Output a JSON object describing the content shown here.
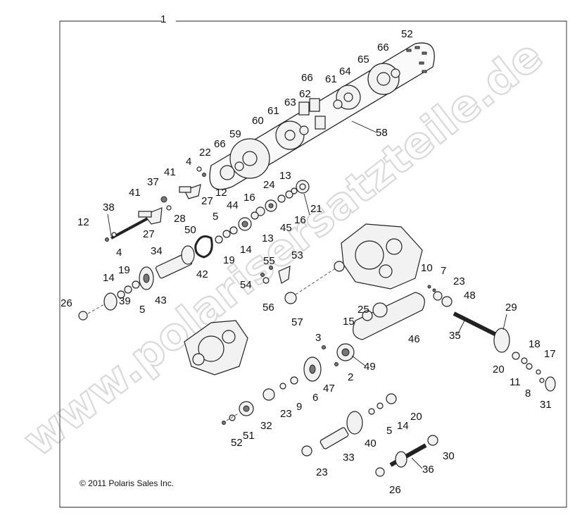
{
  "watermark": "www.polarisersatzteile.de",
  "copyright": "© 2011 Polaris Sales Inc.",
  "callouts": [
    {
      "id": "c1",
      "label": "1"
    },
    {
      "id": "c52",
      "label": "52"
    },
    {
      "id": "c66a",
      "label": "66"
    },
    {
      "id": "c65",
      "label": "65"
    },
    {
      "id": "c64",
      "label": "64"
    },
    {
      "id": "c61a",
      "label": "61"
    },
    {
      "id": "c66b",
      "label": "66"
    },
    {
      "id": "c62",
      "label": "62"
    },
    {
      "id": "c63",
      "label": "63"
    },
    {
      "id": "c61b",
      "label": "61"
    },
    {
      "id": "c60",
      "label": "60"
    },
    {
      "id": "c59",
      "label": "59"
    },
    {
      "id": "c58",
      "label": "58"
    },
    {
      "id": "c66c",
      "label": "66"
    },
    {
      "id": "c22",
      "label": "22"
    },
    {
      "id": "c4a",
      "label": "4"
    },
    {
      "id": "c41a",
      "label": "41"
    },
    {
      "id": "c37",
      "label": "37"
    },
    {
      "id": "c27a",
      "label": "27"
    },
    {
      "id": "c12a",
      "label": "12"
    },
    {
      "id": "c13a",
      "label": "13"
    },
    {
      "id": "c24",
      "label": "24"
    },
    {
      "id": "c41b",
      "label": "41"
    },
    {
      "id": "c28",
      "label": "28"
    },
    {
      "id": "c21",
      "label": "21"
    },
    {
      "id": "c38",
      "label": "38"
    },
    {
      "id": "c16a",
      "label": "16"
    },
    {
      "id": "c44",
      "label": "44"
    },
    {
      "id": "c16b",
      "label": "16"
    },
    {
      "id": "c45",
      "label": "45"
    },
    {
      "id": "c12b",
      "label": "12"
    },
    {
      "id": "c27b",
      "label": "27"
    },
    {
      "id": "c5a",
      "label": "5"
    },
    {
      "id": "c13b",
      "label": "13"
    },
    {
      "id": "c50",
      "label": "50"
    },
    {
      "id": "c4b",
      "label": "4"
    },
    {
      "id": "c14a",
      "label": "14"
    },
    {
      "id": "c19a",
      "label": "19"
    },
    {
      "id": "c34",
      "label": "34"
    },
    {
      "id": "c42",
      "label": "42"
    },
    {
      "id": "c55",
      "label": "55"
    },
    {
      "id": "c53",
      "label": "53"
    },
    {
      "id": "c10",
      "label": "10"
    },
    {
      "id": "c7",
      "label": "7"
    },
    {
      "id": "c14b",
      "label": "14"
    },
    {
      "id": "c19b",
      "label": "19"
    },
    {
      "id": "c54",
      "label": "54"
    },
    {
      "id": "c23a",
      "label": "23"
    },
    {
      "id": "c48",
      "label": "48"
    },
    {
      "id": "c5b",
      "label": "5"
    },
    {
      "id": "c43",
      "label": "43"
    },
    {
      "id": "c26a",
      "label": "26"
    },
    {
      "id": "c39",
      "label": "39"
    },
    {
      "id": "c56",
      "label": "56"
    },
    {
      "id": "c25",
      "label": "25"
    },
    {
      "id": "c29",
      "label": "29"
    },
    {
      "id": "c57",
      "label": "57"
    },
    {
      "id": "c15",
      "label": "15"
    },
    {
      "id": "c35",
      "label": "35"
    },
    {
      "id": "c46",
      "label": "46"
    },
    {
      "id": "c3",
      "label": "3"
    },
    {
      "id": "c18",
      "label": "18"
    },
    {
      "id": "c17",
      "label": "17"
    },
    {
      "id": "c49",
      "label": "49"
    },
    {
      "id": "c20a",
      "label": "20"
    },
    {
      "id": "c2",
      "label": "2"
    },
    {
      "id": "c11",
      "label": "11"
    },
    {
      "id": "c47",
      "label": "47"
    },
    {
      "id": "c8",
      "label": "8"
    },
    {
      "id": "c31",
      "label": "31"
    },
    {
      "id": "c6",
      "label": "6"
    },
    {
      "id": "c9",
      "label": "9"
    },
    {
      "id": "c23b",
      "label": "23"
    },
    {
      "id": "c20b",
      "label": "20"
    },
    {
      "id": "c32",
      "label": "32"
    },
    {
      "id": "c14c",
      "label": "14"
    },
    {
      "id": "c5c",
      "label": "5"
    },
    {
      "id": "c51",
      "label": "51"
    },
    {
      "id": "c52b",
      "label": "52"
    },
    {
      "id": "c40",
      "label": "40"
    },
    {
      "id": "c30",
      "label": "30"
    },
    {
      "id": "c33",
      "label": "33"
    },
    {
      "id": "c23c",
      "label": "23"
    },
    {
      "id": "c36",
      "label": "36"
    },
    {
      "id": "c26b",
      "label": "26"
    }
  ]
}
